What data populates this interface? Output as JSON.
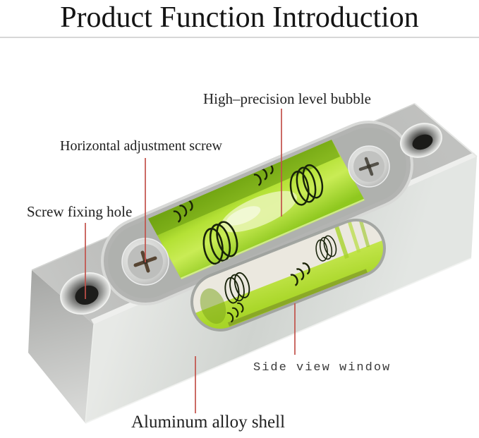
{
  "title": "Product Function Introduction",
  "callouts": {
    "level_bubble": "High–precision level bubble",
    "adjustment_screw": "Horizontal adjustment screw",
    "fixing_hole": "Screw fixing hole",
    "side_window": "Side view window",
    "alloy_shell": "Aluminum alloy shell"
  },
  "colors": {
    "leader_line": "#c2514a",
    "divider": "#c9c9c9",
    "text": "#1c1c1c",
    "vial_green_dark": "#74aa14",
    "vial_green": "#aedb2e",
    "vial_green_bright": "#c9ec55",
    "bubble_tint": "#e9f4b4",
    "metal_top": "#b8b9b7",
    "metal_front": "#dde0dd",
    "metal_plate": "#b3b4b2",
    "screw_silver": "#d9dad8",
    "hole_dark": "#1d1d1b"
  }
}
